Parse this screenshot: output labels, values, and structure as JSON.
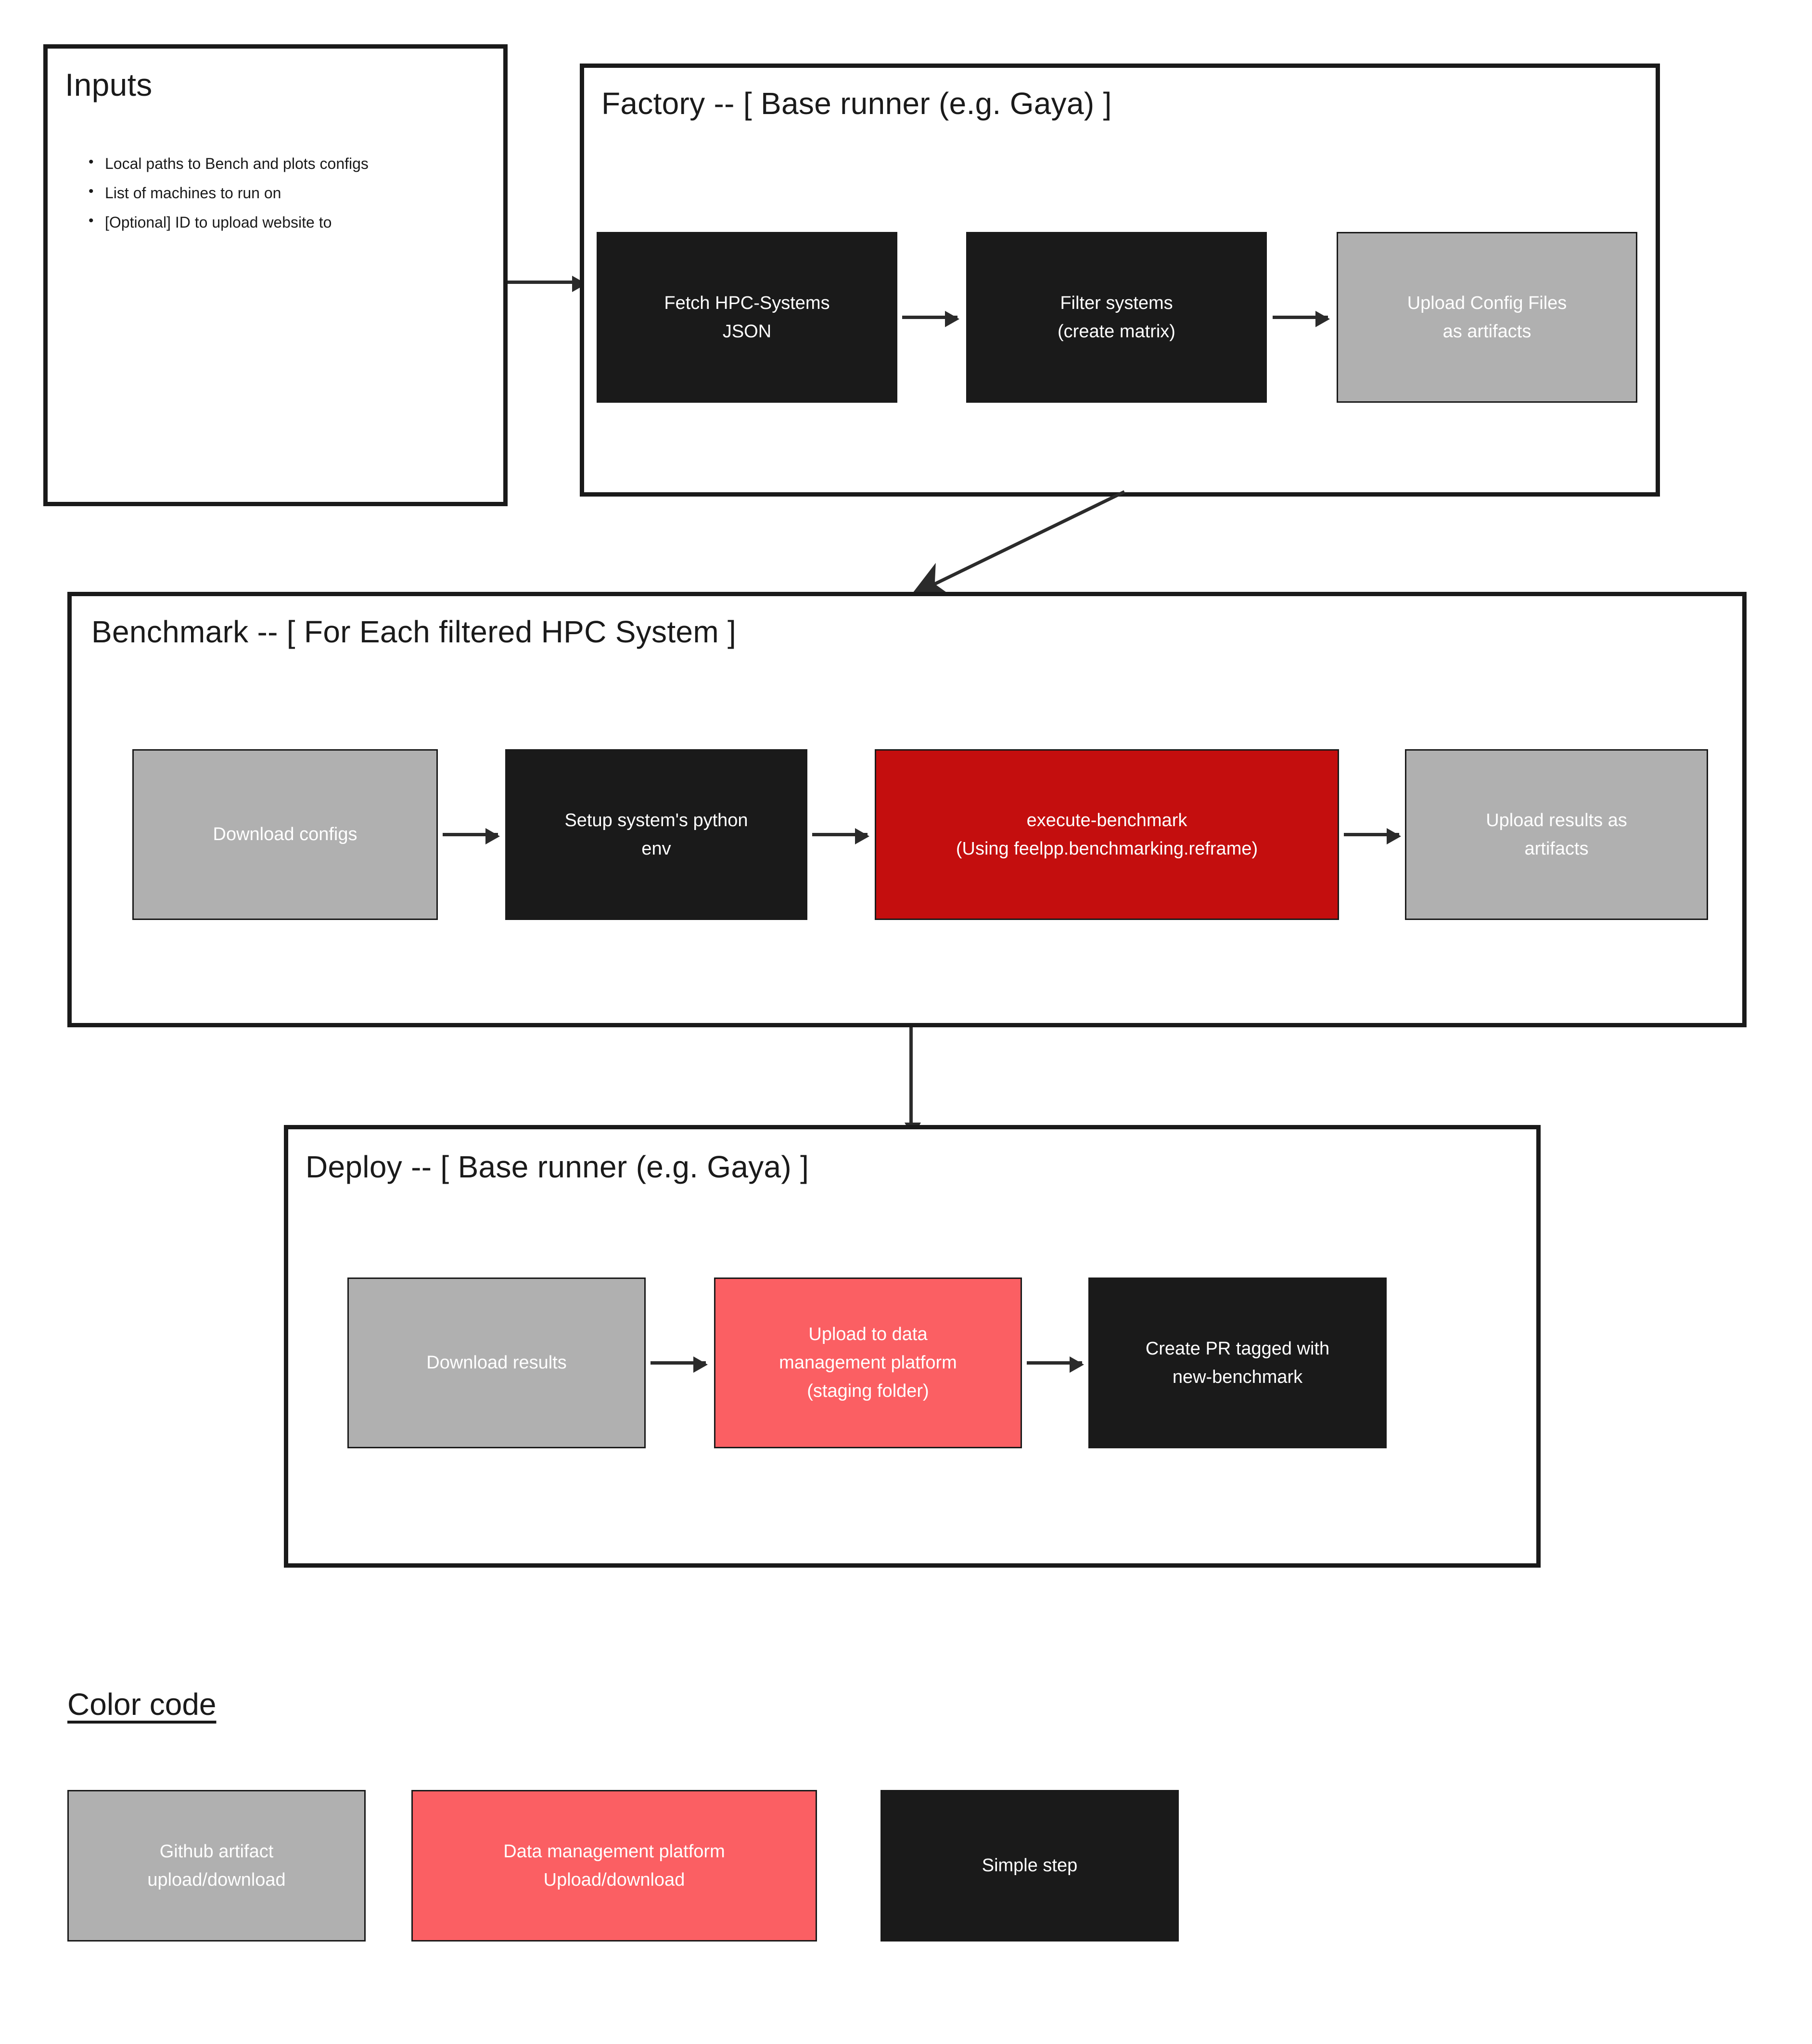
{
  "diagram": {
    "title_inputs": "Inputs",
    "inputs": {
      "bullets": [
        "Local paths to Bench and plots configs",
        "List of machines to run on",
        "[Optional] ID to upload website to"
      ]
    },
    "factory": {
      "title": "Factory -- [ Base runner (e.g. Gaya) ]",
      "steps": [
        {
          "label": "Fetch HPC-Systems JSON",
          "line1": "Fetch HPC-Systems",
          "line2": "JSON",
          "kind": "dark"
        },
        {
          "label": "Filter systems (create matrix)",
          "line1": "Filter systems",
          "line2": "(create matrix)",
          "kind": "dark"
        },
        {
          "label": "Upload Config Files as artifacts",
          "line1": "Upload Config Files",
          "line2": "as artifacts",
          "kind": "gray"
        }
      ]
    },
    "benchmark": {
      "title": "Benchmark -- [ For Each filtered HPC System ]",
      "steps": [
        {
          "label": "Download configs",
          "line1": "Download configs",
          "line2": "",
          "kind": "gray"
        },
        {
          "label": "Setup system's python env",
          "line1": "Setup system's python",
          "line2": "env",
          "kind": "dark"
        },
        {
          "label": "execute-benchmark (Using feelpp.benchmarking.reframe)",
          "line1": "execute-benchmark",
          "line2": "(Using feelpp.benchmarking.reframe)",
          "kind": "red"
        },
        {
          "label": "Upload results as artifacts",
          "line1": "Upload results as",
          "line2": "artifacts",
          "kind": "gray"
        }
      ]
    },
    "deploy": {
      "title": "Deploy -- [ Base runner (e.g. Gaya) ]",
      "steps": [
        {
          "label": "Download results",
          "line1": "Download results",
          "line2": "",
          "line3": "",
          "kind": "gray"
        },
        {
          "label": "Upload to data management platform (staging folder)",
          "line1": "Upload to data",
          "line2": "management platform",
          "line3": "(staging folder)",
          "kind": "salmon"
        },
        {
          "label": "Create PR tagged with new-benchmark",
          "line1": "Create PR tagged with",
          "line2": "new-benchmark",
          "line3": "",
          "kind": "dark"
        }
      ]
    },
    "legend": {
      "title": "Color code",
      "items": [
        {
          "line1": "Github artifact",
          "line2": "upload/download",
          "kind": "gray"
        },
        {
          "line1": "Data management platform",
          "line2": "Upload/download",
          "kind": "salmon"
        },
        {
          "line1": "Simple step",
          "line2": "",
          "kind": "dark"
        }
      ]
    },
    "colors": {
      "dark": "#1a1a1a",
      "gray": "#b0b0b0",
      "red": "#c40e0e",
      "salmon": "#fb5f63",
      "arrow": "#2b2b2b",
      "background": "#ffffff"
    }
  }
}
